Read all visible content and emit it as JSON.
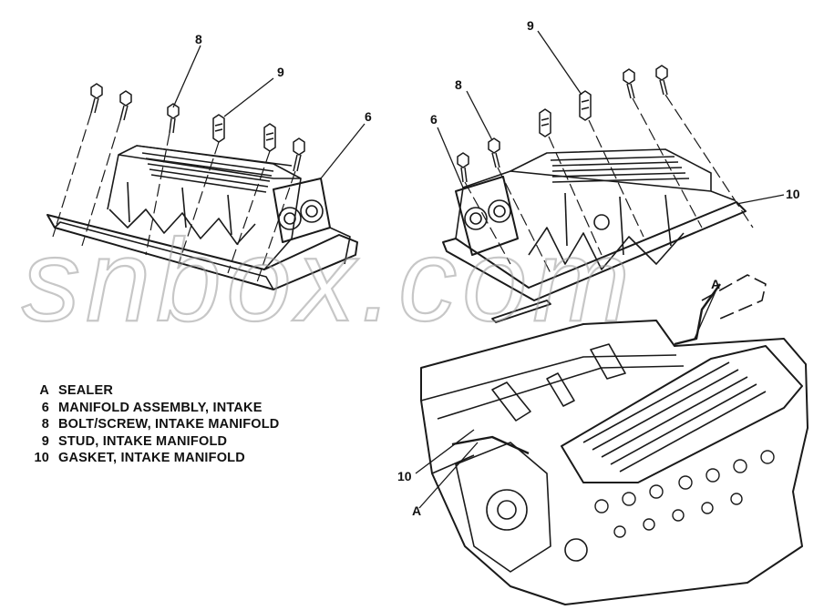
{
  "callouts": {
    "left_bolt": "8",
    "left_stud": "9",
    "left_manifold": "6",
    "right_stud": "9",
    "right_bolt": "8",
    "right_manifold": "6",
    "right_gasket": "10",
    "sealer_top": "A",
    "gasket_lower": "10",
    "sealer_lower": "A"
  },
  "legend": [
    {
      "key": "A",
      "text": "SEALER"
    },
    {
      "key": "6",
      "text": "MANIFOLD ASSEMBLY, INTAKE"
    },
    {
      "key": "8",
      "text": "BOLT/SCREW, INTAKE MANIFOLD"
    },
    {
      "key": "9",
      "text": "STUD, INTAKE MANIFOLD"
    },
    {
      "key": "10",
      "text": "GASKET, INTAKE MANIFOLD"
    }
  ],
  "watermark": "snbox.com"
}
